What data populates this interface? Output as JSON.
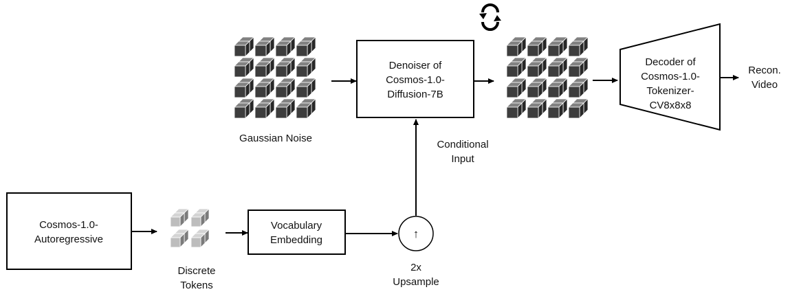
{
  "autoregressive": {
    "line1": "Cosmos-1.0-",
    "line2": "Autoregressive"
  },
  "discrete_tokens": {
    "line1": "Discrete",
    "line2": "Tokens"
  },
  "vocab_embedding": {
    "line1": "Vocabulary",
    "line2": "Embedding"
  },
  "upsample": {
    "symbol": "↑",
    "line1": "2x",
    "line2": "Upsample"
  },
  "conditional_input": {
    "line1": "Conditional",
    "line2": "Input"
  },
  "gaussian_noise": {
    "label": "Gaussian Noise"
  },
  "denoiser": {
    "line1": "Denoiser of",
    "line2": "Cosmos-1.0-",
    "line3": "Diffusion-7B"
  },
  "decoder": {
    "line1": "Decoder of",
    "line2": "Cosmos-1.0-",
    "line3": "Tokenizer-",
    "line4": "CV8x8x8"
  },
  "output": {
    "line1": "Recon.",
    "line2": "Video"
  },
  "colors": {
    "dark_cube": "#3d3d3d",
    "light_cube": "#bdbdbd",
    "stroke": "#000000"
  }
}
